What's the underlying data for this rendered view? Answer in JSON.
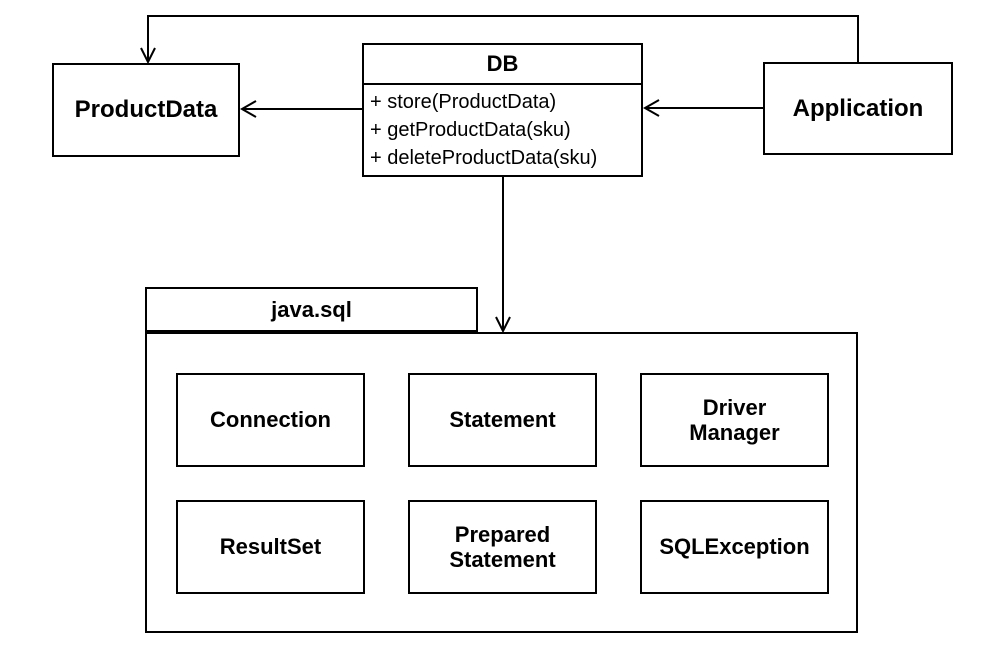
{
  "diagram": {
    "type": "uml-class-package-diagram",
    "colors": {
      "line": "#000000",
      "background": "#ffffff",
      "box_fill": "#ffffff"
    },
    "boxes": {
      "product_data": {
        "label": "ProductData"
      },
      "application": {
        "label": "Application"
      },
      "db": {
        "title": "DB",
        "methods": [
          "+ store(ProductData)",
          "+ getProductData(sku)",
          "+ deleteProductData(sku)"
        ]
      },
      "package": {
        "label": "java.sql",
        "classes": [
          "Connection",
          "Statement",
          "Driver\nManager",
          "ResultSet",
          "Prepared\nStatement",
          "SQLException"
        ]
      }
    },
    "connectors": [
      {
        "from": "Application",
        "to": "ProductData",
        "style": "solid, open arrowhead, routed over the top"
      },
      {
        "from": "DB",
        "to": "ProductData",
        "style": "solid, open arrowhead"
      },
      {
        "from": "Application",
        "to": "DB",
        "style": "solid, open arrowhead"
      },
      {
        "from": "DB",
        "to": "java.sql",
        "style": "solid, open arrowhead"
      }
    ]
  }
}
